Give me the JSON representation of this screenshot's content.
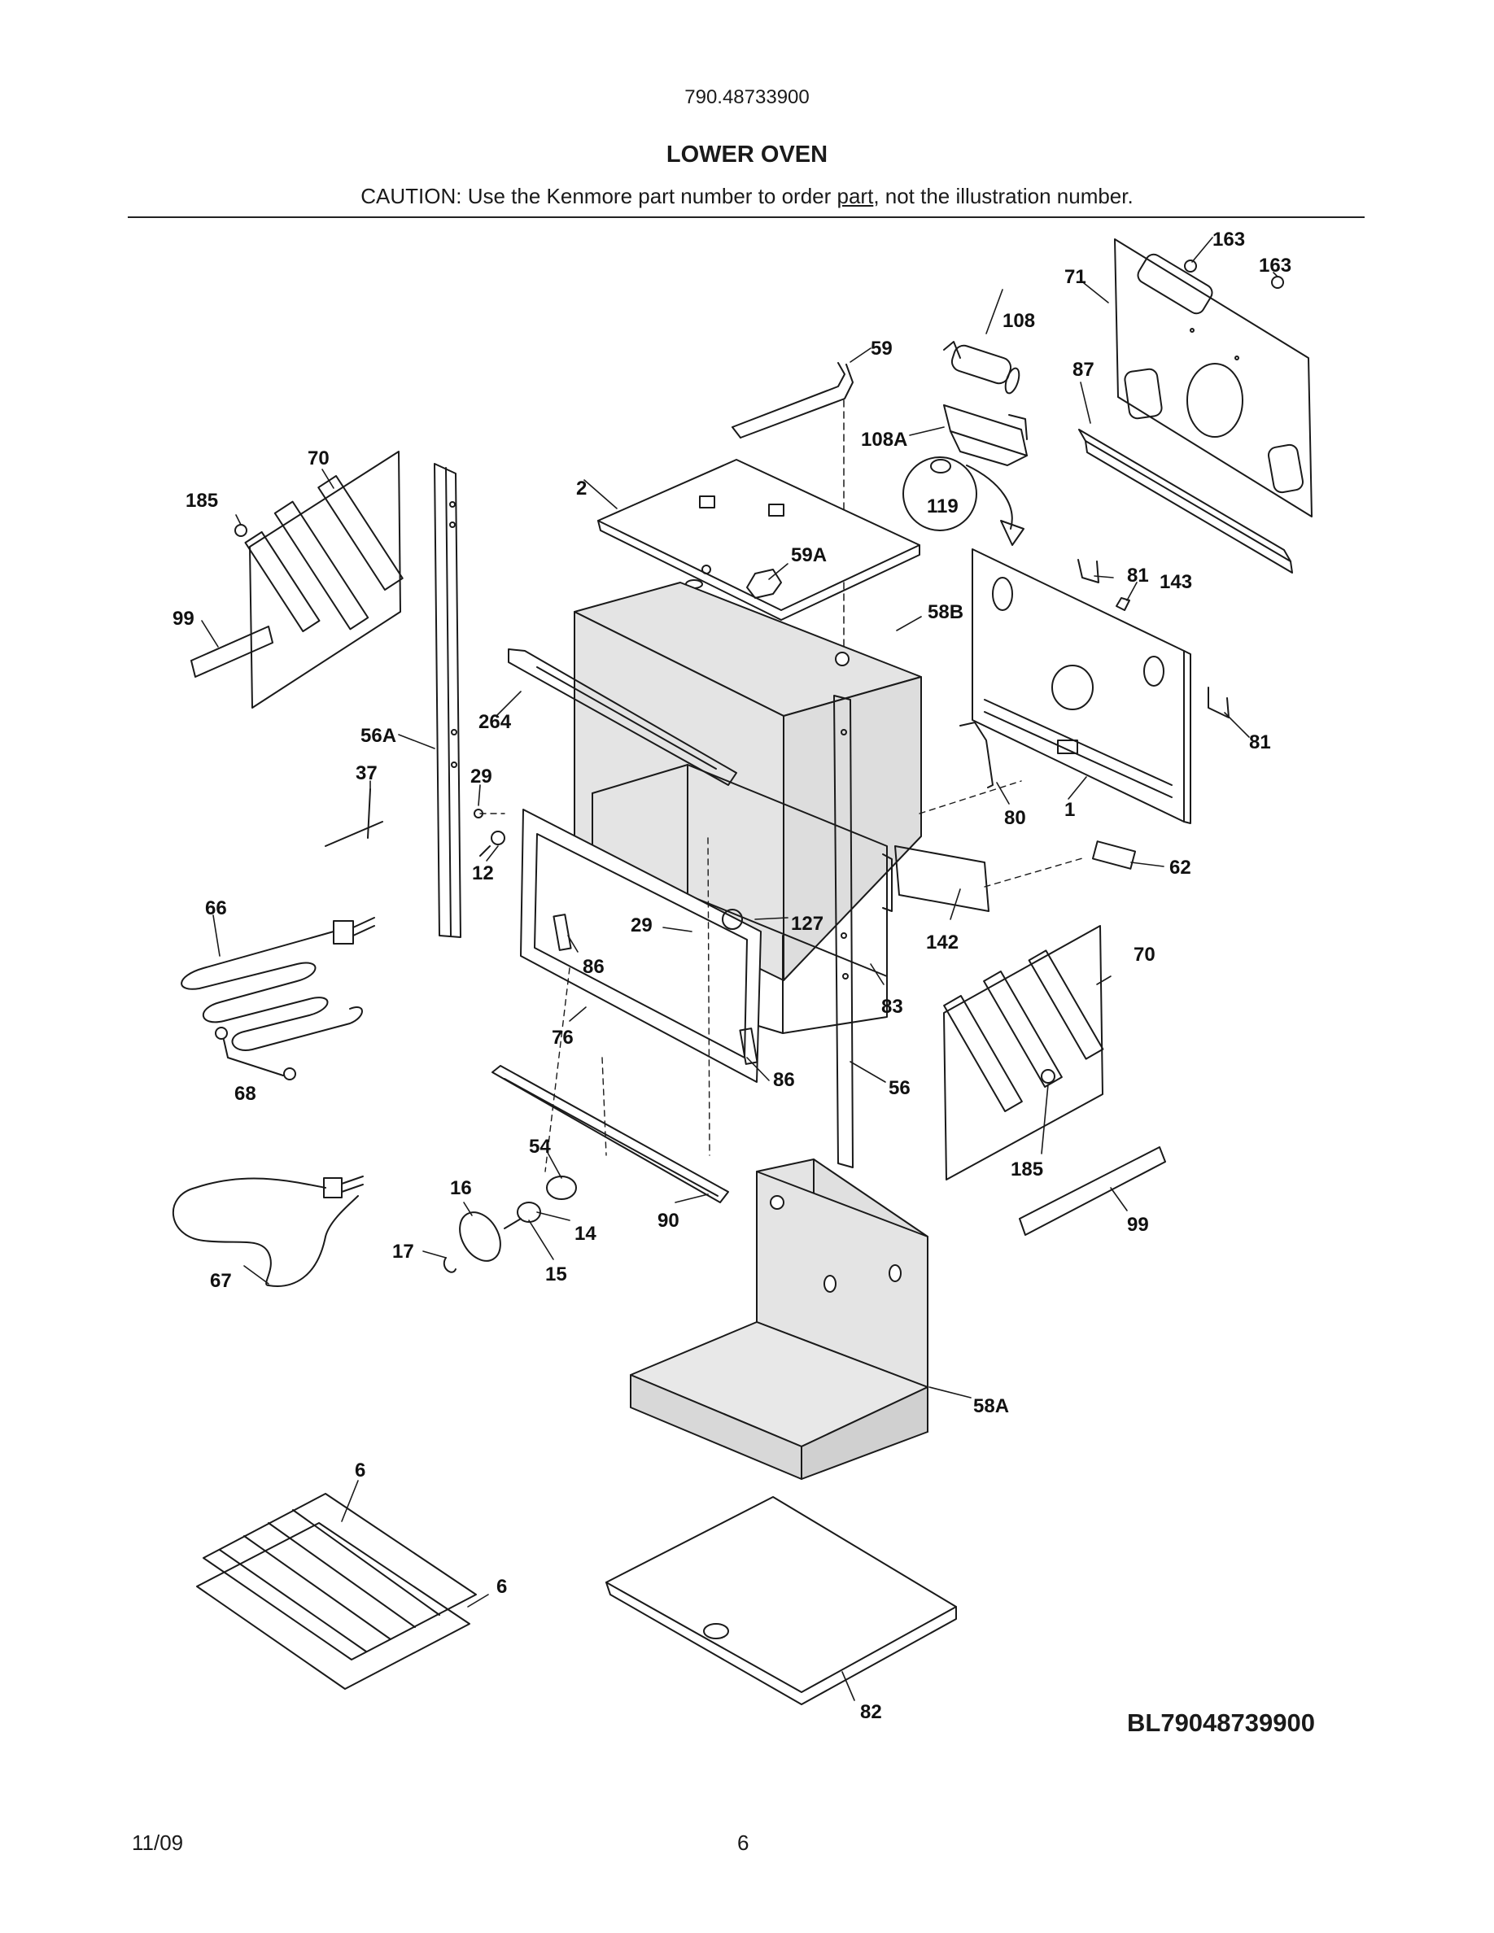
{
  "header": {
    "model_number": "790.48733900",
    "section_title": "LOWER OVEN",
    "caution_prefix": "CAUTION: Use the Kenmore part number to order ",
    "caution_link": "part",
    "caution_suffix": ", not the illustration number."
  },
  "diagram": {
    "code": "BL79048739900",
    "labels": {
      "l163a": "163",
      "l163b": "163",
      "l71": "71",
      "l108": "108",
      "l59": "59",
      "l87": "87",
      "l108A": "108A",
      "l119": "119",
      "l70a": "70",
      "l185a": "185",
      "l2": "2",
      "l59A": "59A",
      "l81a": "81",
      "l143": "143",
      "l99a": "99",
      "l58B": "58B",
      "l264": "264",
      "l56A": "56A",
      "l81b": "81",
      "l37": "37",
      "l29a": "29",
      "l80": "80",
      "l1": "1",
      "l62": "62",
      "l12": "12",
      "l66": "66",
      "l29b": "29",
      "l127": "127",
      "l142": "142",
      "l70b": "70",
      "l86a": "86",
      "l83": "83",
      "l76": "76",
      "l86b": "86",
      "l56": "56",
      "l68": "68",
      "l185b": "185",
      "l54": "54",
      "l16": "16",
      "l14": "14",
      "l90": "90",
      "l99b": "99",
      "l17": "17",
      "l15": "15",
      "l67": "67",
      "l58A": "58A",
      "l6a": "6",
      "l6b": "6",
      "l82": "82"
    }
  },
  "footer": {
    "date": "11/09",
    "page": "6"
  }
}
